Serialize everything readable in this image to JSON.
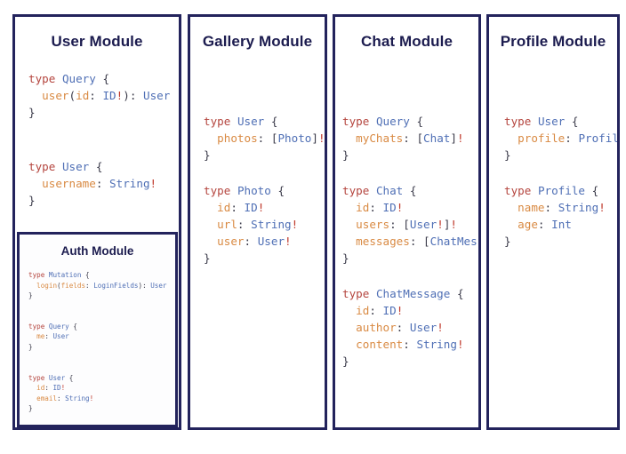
{
  "page": {
    "background": "#ffffff",
    "border_color": "#23235c",
    "title_color": "#1c1c4f",
    "syntax_colors": {
      "keyword": "#b5463f",
      "type": "#4f6fb5",
      "field": "#d98a43",
      "punctuation": "#3b3b4a",
      "bang": "#c0392b"
    }
  },
  "modules": [
    {
      "id": "user-module",
      "title": "User Module",
      "code_blocks": [
        "type Query {\n  user(id: ID!): User\n}",
        "type User {\n  username: String!\n}"
      ],
      "sub_module": {
        "id": "auth-module",
        "title": "Auth Module",
        "code_blocks": [
          "type Mutation {\n  login(fields: LoginFields): User\n}",
          "type Query {\n  me: User\n}",
          "type User {\n  id: ID!\n  email: String!\n}"
        ]
      }
    },
    {
      "id": "gallery-module",
      "title": "Gallery Module",
      "code_blocks": [
        "type User {\n  photos: [Photo]!\n}",
        "type Photo {\n  id: ID!\n  url: String!\n  user: User!\n}"
      ]
    },
    {
      "id": "chat-module",
      "title": "Chat Module",
      "code_blocks": [
        "type Query {\n  myChats: [Chat]!\n}",
        "type Chat {\n  id: ID!\n  users: [User!]!\n  messages: [ChatMessage]!\n}",
        "type ChatMessage {\n  id: ID!\n  author: User!\n  content: String!\n}"
      ]
    },
    {
      "id": "profile-module",
      "title": "Profile Module",
      "code_blocks": [
        "type User {\n  profile: Profile!\n}",
        "type Profile {\n  name: String!\n  age: Int\n}"
      ]
    }
  ]
}
